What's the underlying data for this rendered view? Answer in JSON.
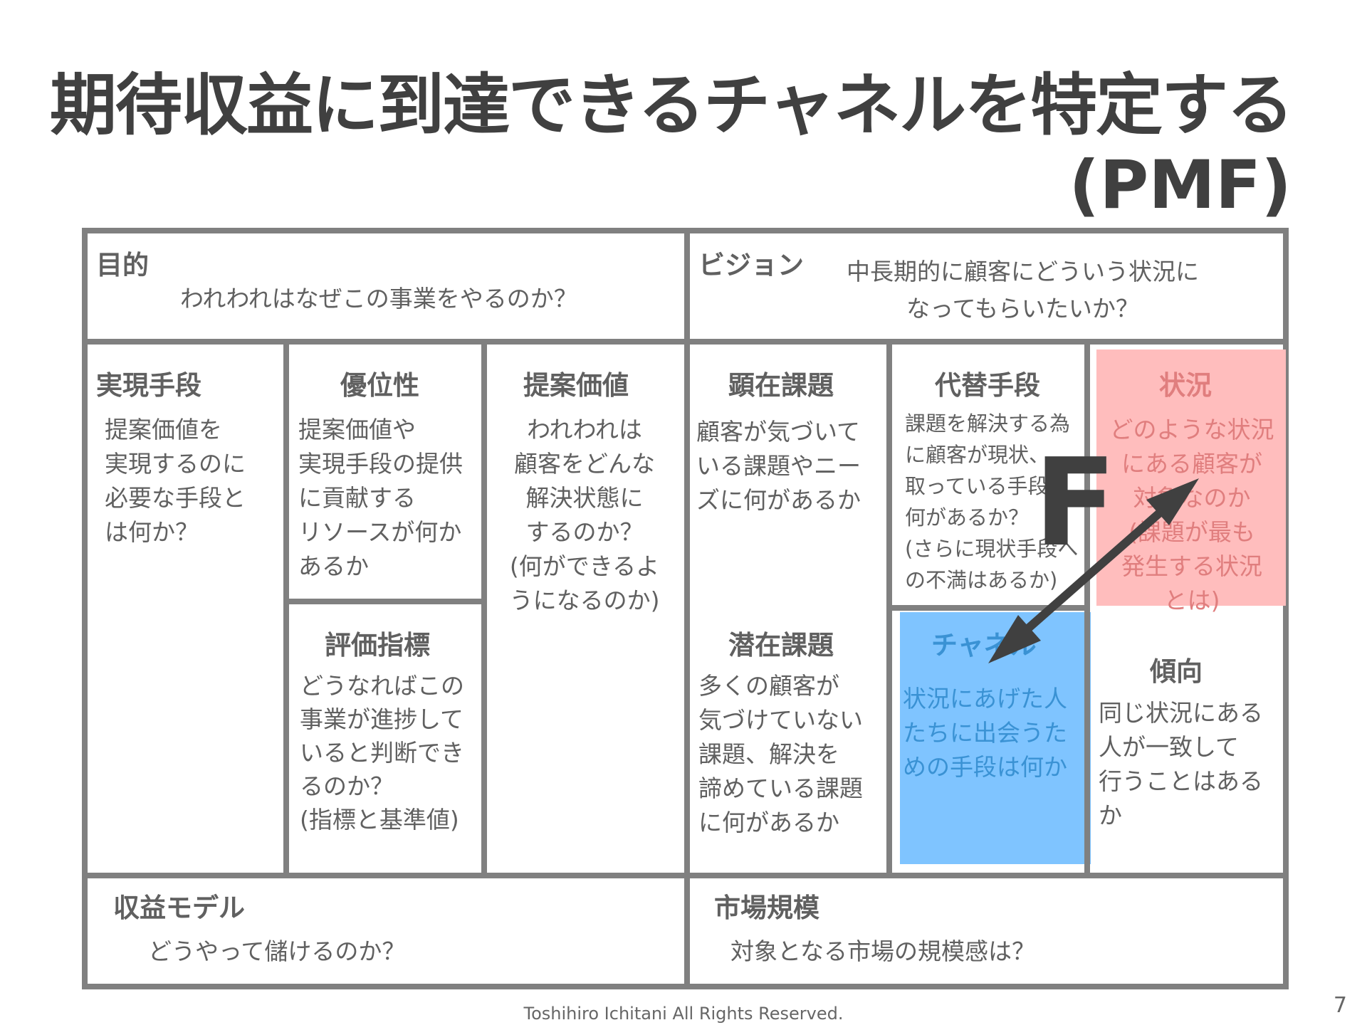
{
  "slide": {
    "title": "期待収益に到達できるチャネルを特定する",
    "subtitle": "(PMF)",
    "footer": "Toshihiro Ichitani All Rights Reserved.",
    "page_number": "7",
    "overlay_letter": "F"
  },
  "canvas": {
    "purpose": {
      "heading": "目的",
      "text": "われわれはなぜこの事業をやるのか？"
    },
    "vision": {
      "heading": "ビジョン",
      "text": "中長期的に顧客にどういう状況に\nなってもらいたいか？"
    },
    "means": {
      "heading": "実現手段",
      "text": "提案価値を\n実現するのに\n必要な手段と\nは何か？"
    },
    "advantage": {
      "heading": "優位性",
      "text": "提案価値や\n実現手段の提供\nに貢献する\nリソースが何か\nあるか"
    },
    "kpi": {
      "heading": "評価指標",
      "text": "どうなればこの\n事業が進捗して\nいると判断でき\nるのか？\n(指標と基準値)"
    },
    "value": {
      "heading": "提案価値",
      "text": "われわれは\n顧客をどんな\n解決状態に\nするのか？\n(何ができるよ\nうになるのか)"
    },
    "explicit": {
      "heading": "顕在課題",
      "text": "顧客が気づいて\nいる課題やニー\nズに何があるか"
    },
    "latent": {
      "heading": "潜在課題",
      "text": "多くの顧客が\n気づけていない\n課題、解決を\n諦めている課題\nに何があるか"
    },
    "alternative": {
      "heading": "代替手段",
      "text": "課題を解決する為\nに顧客が現状、\n取っている手段\n何があるか？\n(さらに現状手段へ\nの不満はあるか)"
    },
    "channel": {
      "heading": "チャネル",
      "text": "状況にあげた人\nたちに出会うた\nめの手段は何か"
    },
    "situation": {
      "heading": "状況",
      "text": "どのような状況\nにある顧客が\n対象なのか\n(課題が最も\n発生する状況\nとは)"
    },
    "tendency": {
      "heading": "傾向",
      "text": "同じ状況にある\n人が一致して\n行うことはある\nか"
    },
    "revenue": {
      "heading": "収益モデル",
      "text": "どうやって儲けるのか？"
    },
    "market": {
      "heading": "市場規模",
      "text": "対象となる市場の規模感は？"
    }
  },
  "colors": {
    "situation_bg": "#ffbdbd",
    "channel_bg": "#7fc4ff",
    "border": "#808080",
    "arrow": "#404040"
  }
}
